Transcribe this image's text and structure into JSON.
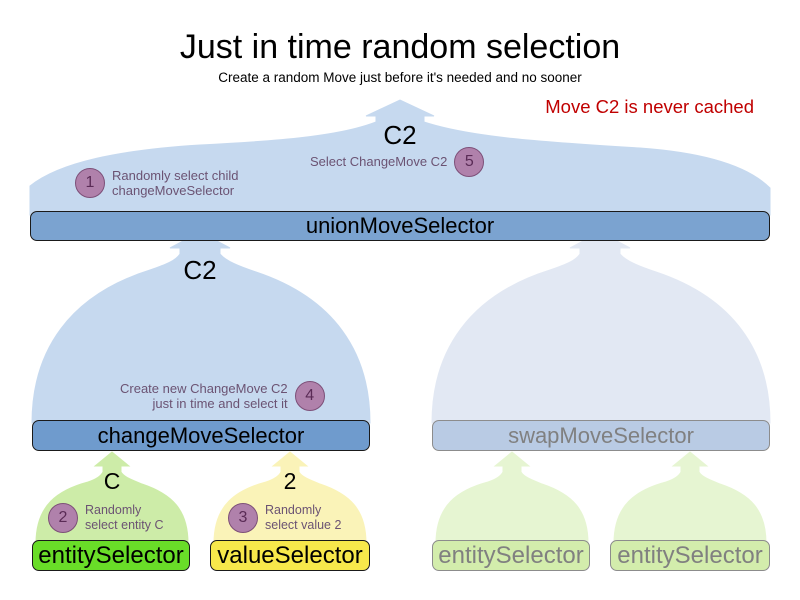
{
  "header": {
    "title": "Just in time random selection",
    "subtitle": "Create a random Move just before it's needed and no sooner",
    "note": "Move C2 is never cached",
    "note_color": "#c00000"
  },
  "diagram": {
    "type": "flow-tree",
    "nodes": [
      {
        "id": "unionMoveSelector",
        "label": "unionMoveSelector",
        "state": "active",
        "color": "#7ba3d0"
      },
      {
        "id": "changeMoveSelector",
        "label": "changeMoveSelector",
        "state": "active",
        "color": "#6f9bcd"
      },
      {
        "id": "swapMoveSelector",
        "label": "swapMoveSelector",
        "state": "dimmed",
        "color": "#b9cbe4"
      },
      {
        "id": "entitySelectorLeft",
        "label": "entitySelector",
        "state": "active",
        "color": "#69dd28"
      },
      {
        "id": "valueSelector",
        "label": "valueSelector",
        "state": "active",
        "color": "#f7e84b"
      },
      {
        "id": "entitySelectorSwapA",
        "label": "entitySelector",
        "state": "dimmed",
        "color": "#d3edac"
      },
      {
        "id": "entitySelectorSwapB",
        "label": "entitySelector",
        "state": "dimmed",
        "color": "#d3edac"
      }
    ],
    "flow_labels": [
      {
        "id": "flow-top",
        "text": "C2"
      },
      {
        "id": "flow-middle",
        "text": "C2"
      },
      {
        "id": "flow-entity",
        "text": "C"
      },
      {
        "id": "flow-value",
        "text": "2"
      }
    ],
    "annotations": [
      {
        "number": "1",
        "text": "Randomly select child\nchangeMoveSelector"
      },
      {
        "number": "5",
        "text": "Select ChangeMove C2"
      },
      {
        "number": "4",
        "text": "Create new ChangeMove C2\njust in time and select it"
      },
      {
        "number": "2",
        "text": "Randomly\nselect entity C"
      },
      {
        "number": "3",
        "text": "Randomly\nselect value 2"
      }
    ]
  }
}
